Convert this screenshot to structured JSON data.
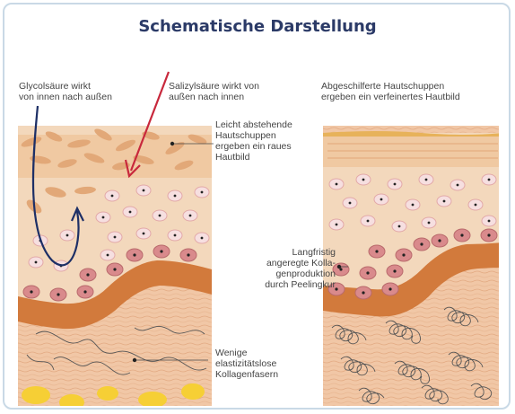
{
  "title": "Schematische Darstellung",
  "labels": {
    "glycol": "Glycolsäure wirkt\nvon innen nach außen",
    "salicyl": "Salizylsäure wirkt von\naußen nach innen",
    "abgeschilfert": "Abgeschilferte Hautschuppen\nergeben ein verfeinertes Hautbild",
    "leicht": "Leicht abstehende\nHautschuppen\nergeben ein raues\nHautbild",
    "langfristig": "Langfristig\nangeregte Kolla-\ngenproduktion\ndurch Peelingkur",
    "wenige": "Wenige\nelastizitätslose\nKollagenfasern"
  },
  "colors": {
    "title": "#2b3a67",
    "frame_border": "#c9d9e6",
    "epidermis_top": "#f0c9a2",
    "epidermis": "#f3d8bc",
    "flake": "#e2a878",
    "cell_light": "#f6dfe0",
    "cell_dark": "#d98a8c",
    "basal_band": "#d27a3c",
    "dermis": "#f1c7a6",
    "fat": "#f6cf35",
    "arrow_blue": "#1d2f66",
    "arrow_red": "#c8283c"
  }
}
